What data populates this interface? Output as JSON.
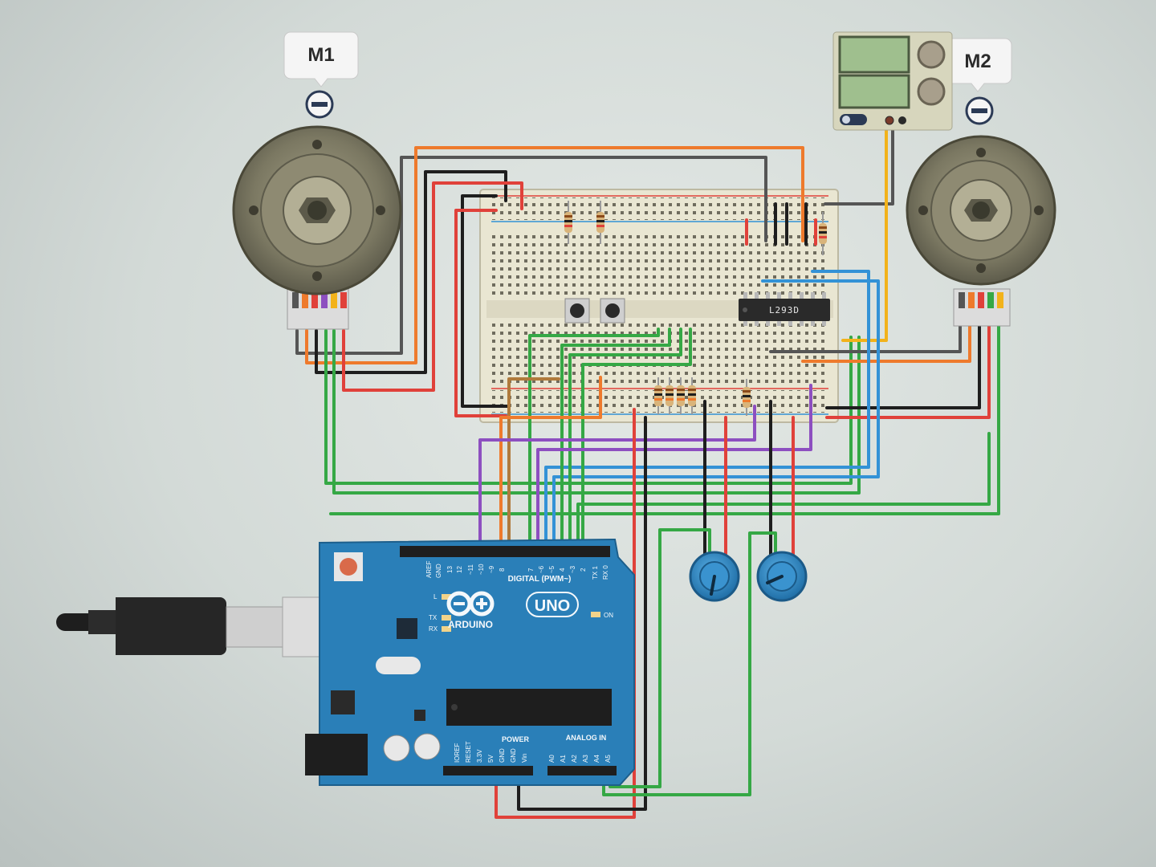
{
  "labels": {
    "motor_left": "M1",
    "motor_right": "M2"
  },
  "icons": {
    "motor_left_remove": "minus-circle-icon",
    "motor_right_remove": "minus-circle-icon",
    "usb": "usb-cable-icon"
  },
  "chip": {
    "label": "L293D"
  },
  "arduino": {
    "digital_label": "DIGITAL (PWM~)",
    "brand_label": "ARDUINO",
    "model_label": "UNO",
    "power_label": "POWER",
    "analog_label": "ANALOG IN",
    "aref_label": "AREF",
    "gnd_label": "GND",
    "led_l_label": "L",
    "tx_label": "TX",
    "rx_label": "RX",
    "on_label": "ON",
    "digital_pins": [
      "13",
      "12",
      "~11",
      "~10",
      "~9",
      "8",
      "7",
      "~6",
      "~5",
      "4",
      "~3",
      "2",
      "TX 1",
      "RX 0"
    ],
    "power_pins": [
      "IOREF",
      "RESET",
      "3.3V",
      "5V",
      "GND",
      "GND",
      "Vin"
    ],
    "analog_pins": [
      "A0",
      "A1",
      "A2",
      "A3",
      "A4",
      "A5"
    ]
  },
  "colors": {
    "board_blue": "#2a7fb8",
    "breadboard": "#e9e6d2",
    "wire_red": "#e0413a",
    "wire_orange": "#ee7a2c",
    "wire_green": "#35a845",
    "wire_blue": "#3392d6",
    "wire_purple": "#8d4fc0",
    "wire_gray": "#555555",
    "wire_black": "#1e1e1e",
    "wire_yellow": "#f2b21a",
    "wire_brown": "#b07a3c"
  }
}
